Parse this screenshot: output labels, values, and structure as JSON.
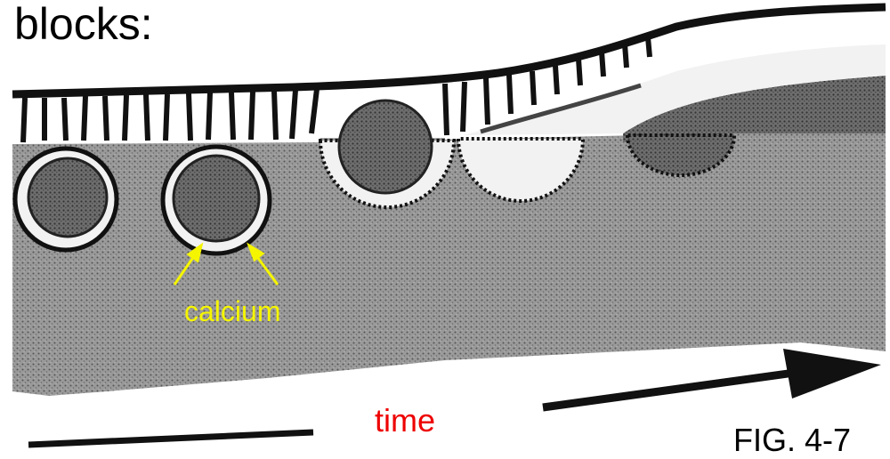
{
  "slide": {
    "heading": "blocks:",
    "labels": {
      "calcium": "calcium",
      "time": "time",
      "figure": "FIG. 4-7"
    }
  },
  "colors": {
    "heading": "#000000",
    "calcium_label": "#f5f500",
    "time_label": "#ee0000",
    "tissue": "#8f8f8f",
    "tissue_dark": "#555555",
    "layer_ink": "#111111"
  },
  "icons": [
    "calcium-arrow-icon",
    "time-arrow-icon"
  ]
}
